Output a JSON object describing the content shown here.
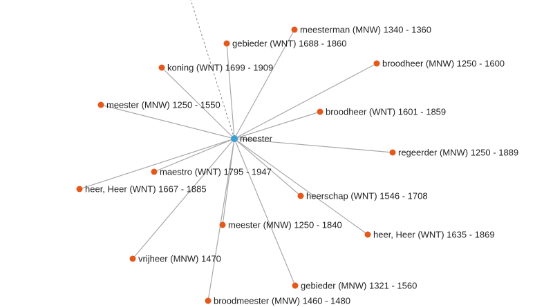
{
  "colors": {
    "center_node": "#3a9fd2",
    "related_node": "#e5581c",
    "edge": "#a8a8a8"
  },
  "center": {
    "label": "meester"
  },
  "nodes": [
    {
      "id": "meesterman-mnw",
      "label": "meesterman (MNW) 1340 - 1360"
    },
    {
      "id": "gebieder-wnt",
      "label": "gebieder (WNT) 1688 - 1860"
    },
    {
      "id": "broodheer-mnw",
      "label": "broodheer (MNW) 1250 - 1600"
    },
    {
      "id": "koning-wnt",
      "label": "koning (WNT) 1699 - 1909"
    },
    {
      "id": "meester-mnw-1550",
      "label": "meester (MNW) 1250 - 1550"
    },
    {
      "id": "broodheer-wnt",
      "label": "broodheer (WNT) 1601 - 1859"
    },
    {
      "id": "regeerder-mnw",
      "label": "regeerder (MNW) 1250 - 1889"
    },
    {
      "id": "maestro-wnt",
      "label": "maestro (WNT) 1795 - 1947"
    },
    {
      "id": "heer-wnt-1667",
      "label": "heer, Heer (WNT) 1667 - 1885"
    },
    {
      "id": "heerschap-wnt",
      "label": "heerschap (WNT) 1546 - 1708"
    },
    {
      "id": "meester-mnw-1840",
      "label": "meester (MNW) 1250 - 1840"
    },
    {
      "id": "heer-wnt-1635",
      "label": "heer, Heer (WNT) 1635 - 1869"
    },
    {
      "id": "vrijheer-mnw",
      "label": "vrijheer (MNW) 1470"
    },
    {
      "id": "gebieder-mnw",
      "label": "gebieder (MNW) 1321 - 1560"
    },
    {
      "id": "broodmeester-mnw",
      "label": "broodmeester (MNW) 1460 - 1480"
    }
  ]
}
